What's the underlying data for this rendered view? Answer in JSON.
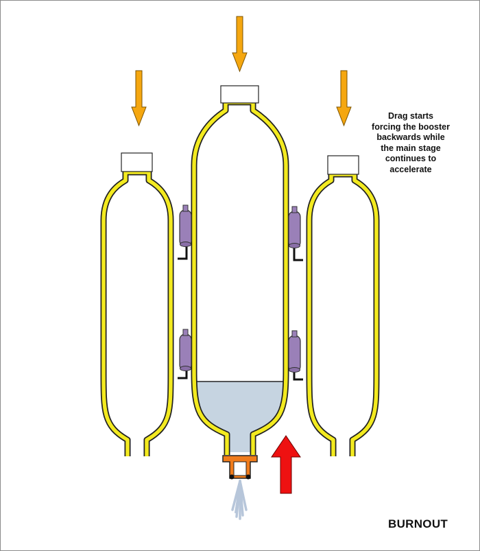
{
  "caption": {
    "lines": [
      "Drag starts",
      "forcing the booster",
      "backwards while",
      "the main stage",
      "continues to",
      "accelerate"
    ]
  },
  "stage_label": "BURNOUT",
  "colors": {
    "bottle_outline": "#f3ea1f",
    "bottle_edge": "#222222",
    "water": "#c6d4e1",
    "drag_arrow": "#f5a710",
    "thrust_arrow": "#ee1111",
    "nozzle": "#f07c1c",
    "clamp": "#9a80b8",
    "spray": "#b7c6da"
  }
}
